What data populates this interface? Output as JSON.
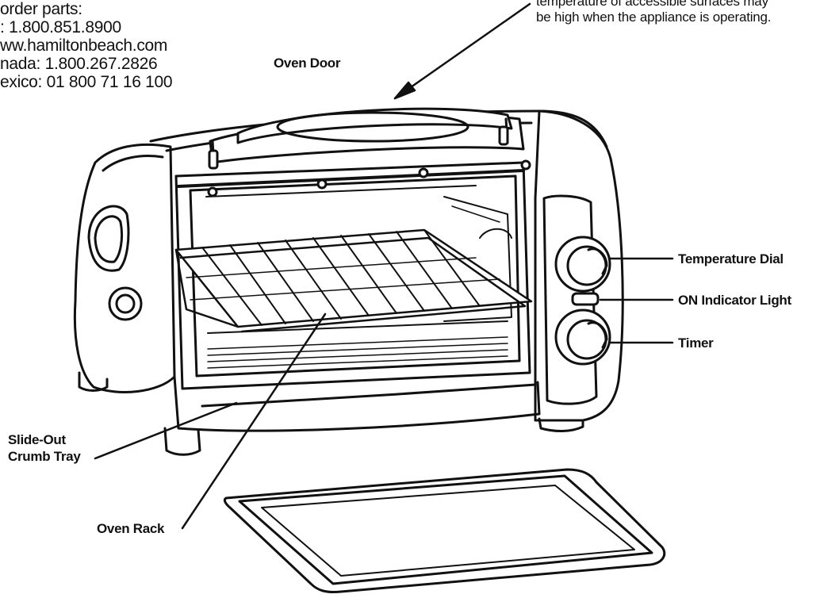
{
  "order_parts": {
    "lines": [
      "order parts:",
      ": 1.800.851.8900",
      "ww.hamiltonbeach.com",
      "nada: 1.800.267.2826",
      "exico: 01 800 71 16 100"
    ]
  },
  "warning": {
    "lines": [
      "temperature of accessible surfaces may",
      "be high when the appliance is operating."
    ]
  },
  "callouts": {
    "oven_door": "Oven Door",
    "temperature_dial": "Temperature Dial",
    "on_indicator_light": "ON Indicator Light",
    "timer": "Timer",
    "crumb_tray_line1": "Slide-Out",
    "crumb_tray_line2": "Crumb Tray",
    "oven_rack": "Oven Rack"
  }
}
